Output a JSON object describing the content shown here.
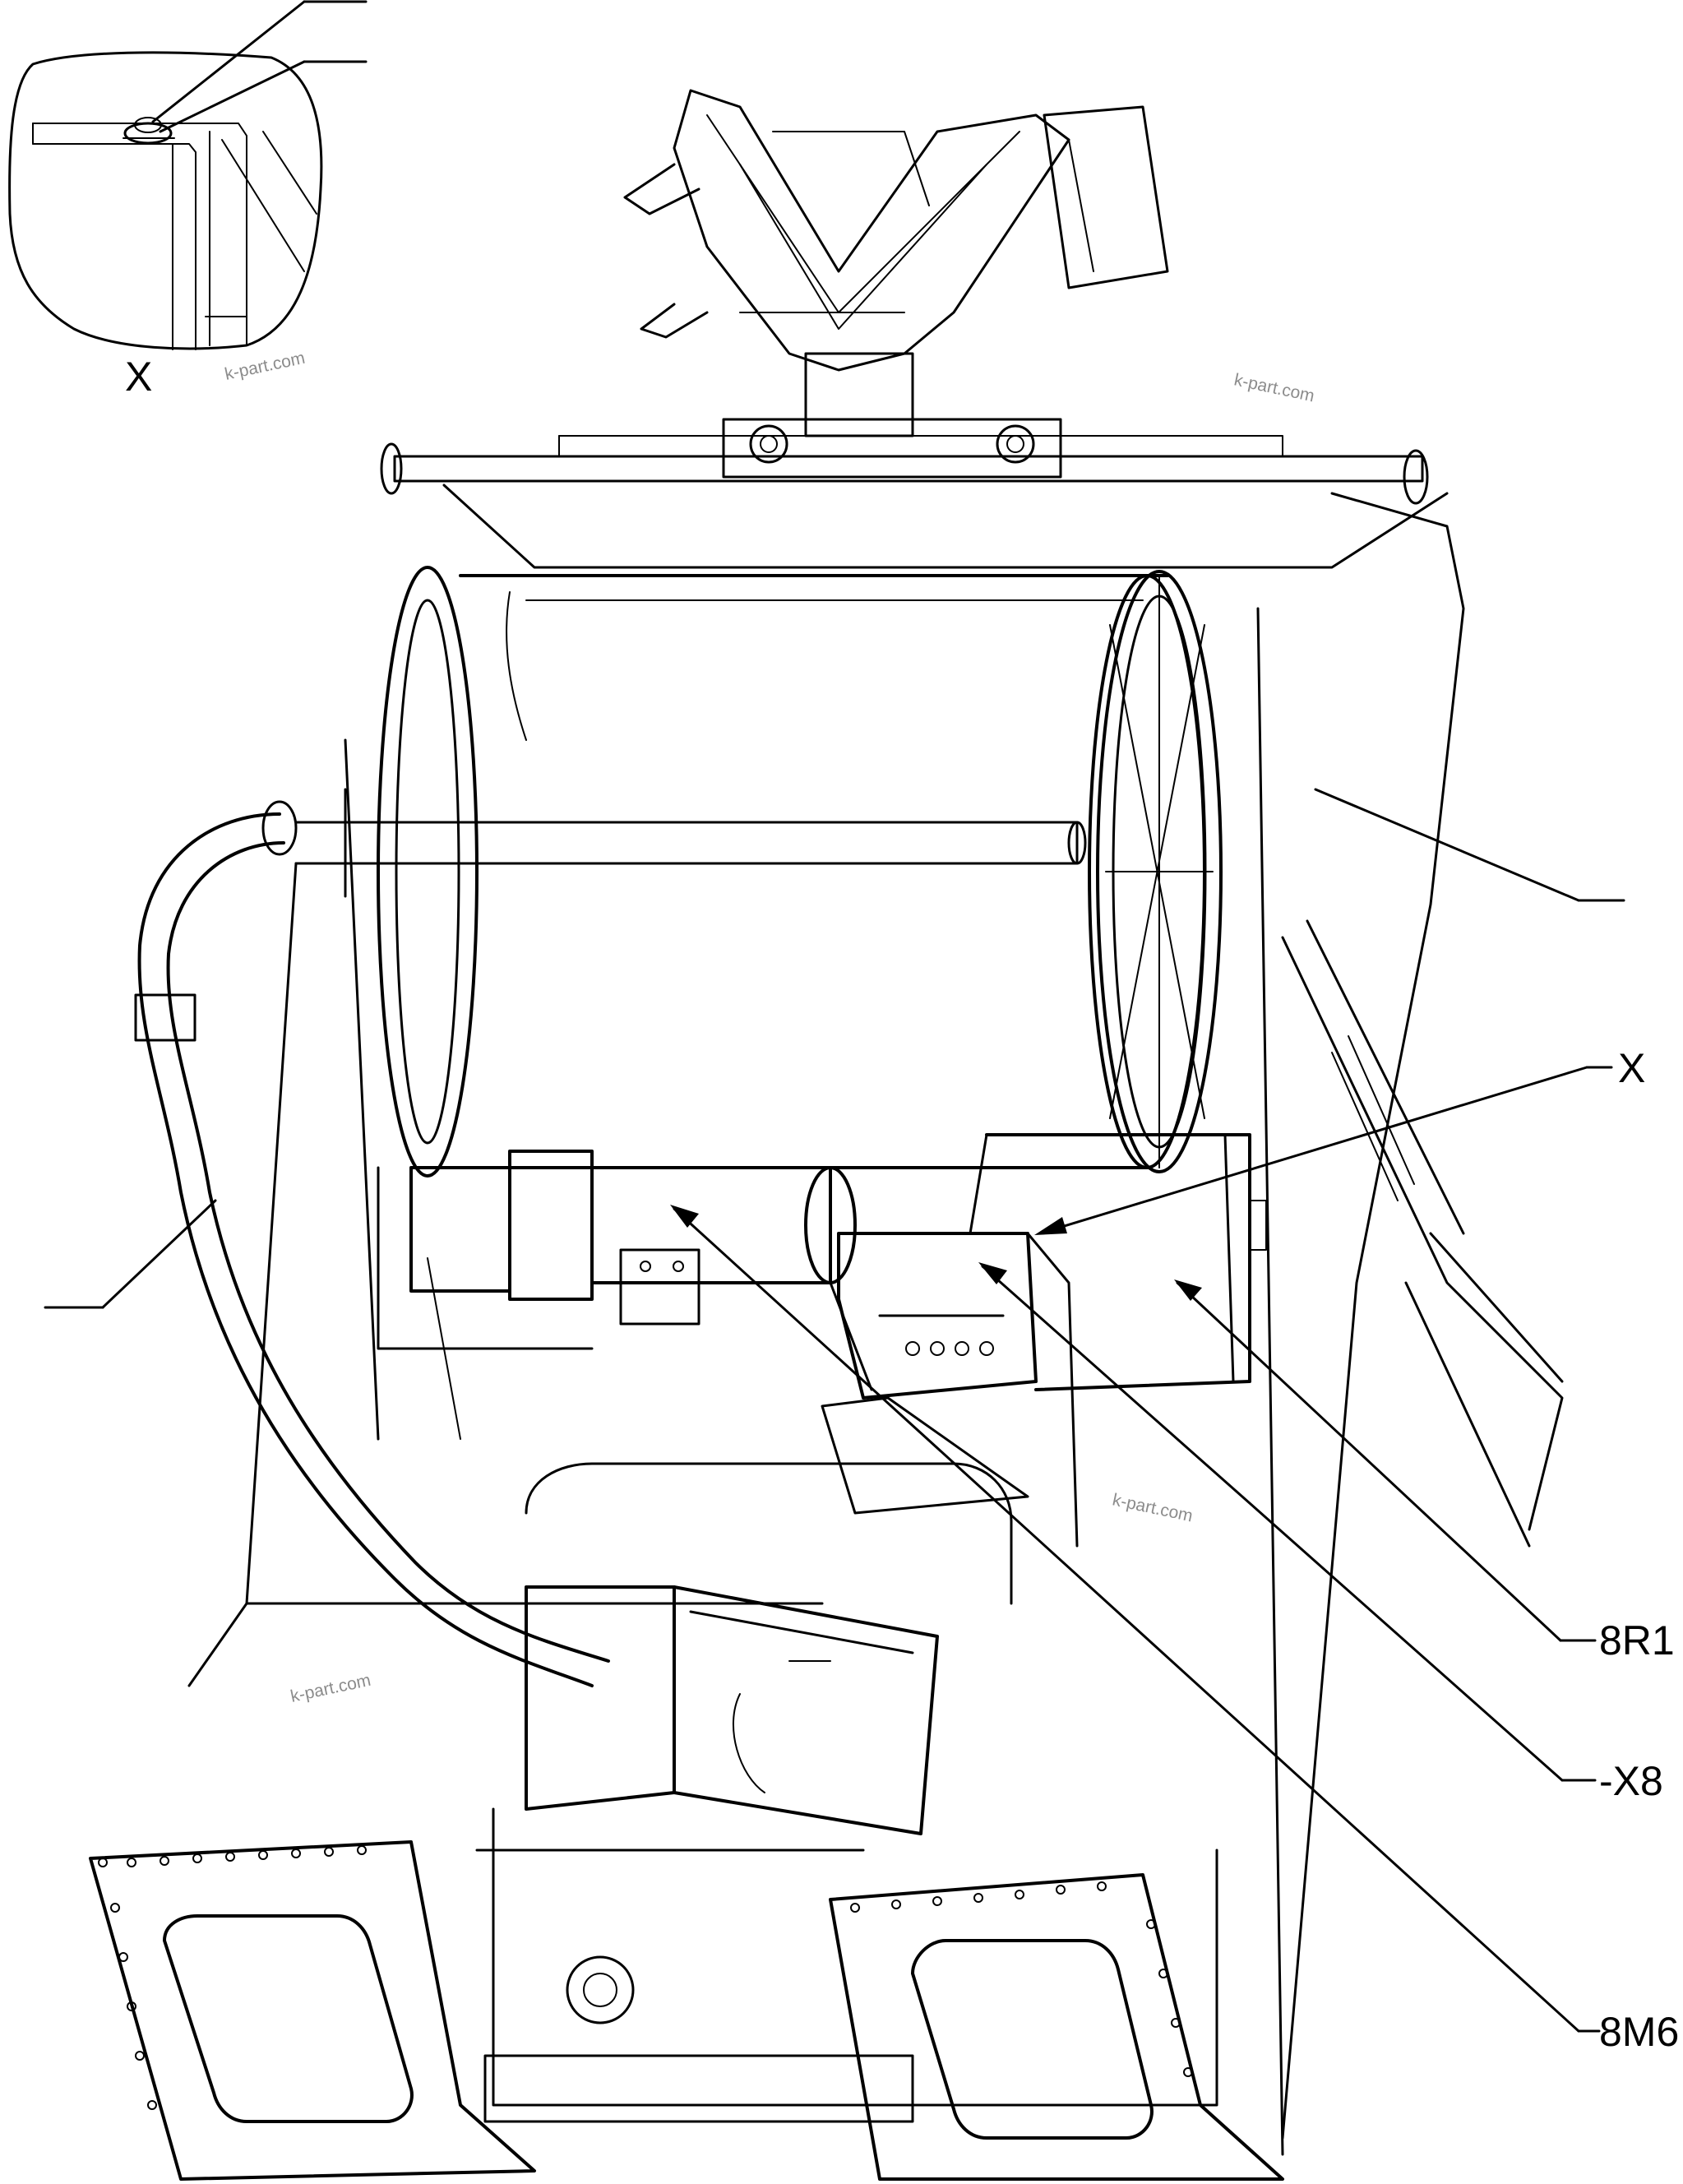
{
  "figure": {
    "detail_label": "X",
    "callouts": {
      "x": "X",
      "r1": "8R1",
      "x8": "-X8",
      "m6": "8M6"
    },
    "watermarks": [
      "k-part.com",
      "k-part.com",
      "k-part.com",
      "k-part.com"
    ],
    "line_color": "#000000",
    "background_color": "#ffffff",
    "watermark_color": "#8c8c8c"
  }
}
